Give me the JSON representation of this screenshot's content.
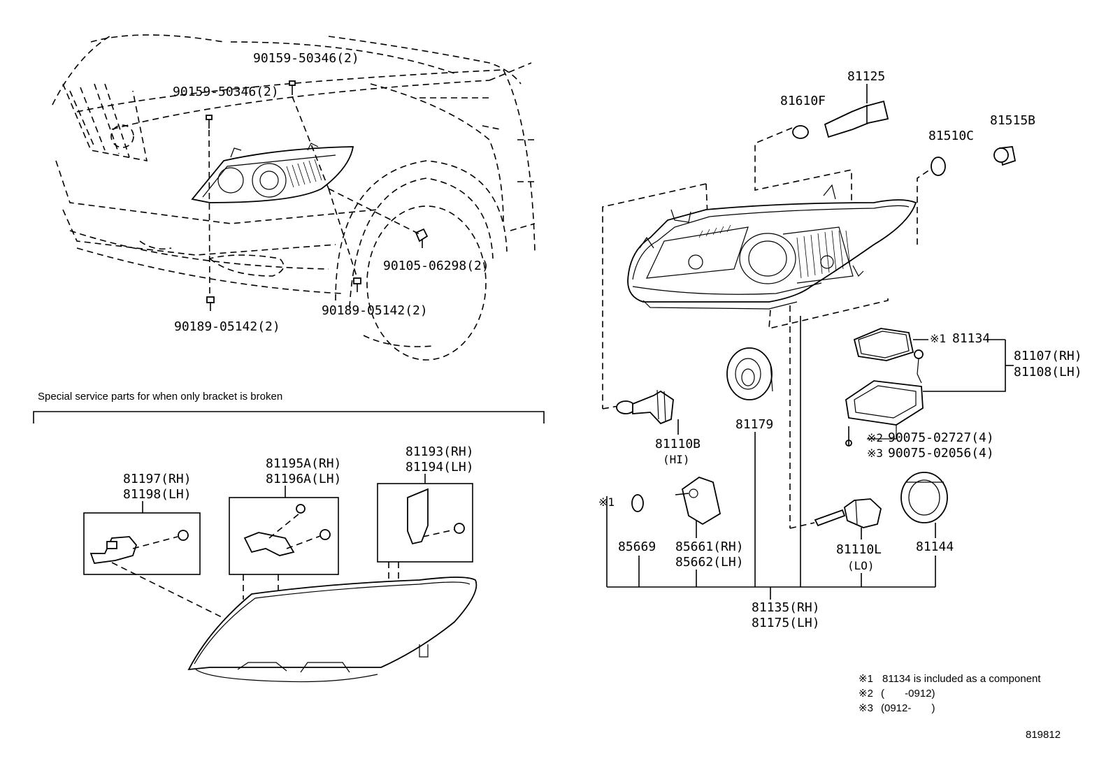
{
  "labels": {
    "bolt_top_1": "90159-50346(2)",
    "bolt_top_2": "90159-50346(2)",
    "bolt_fender": "90105-06298(2)",
    "clip_bottom_1": "90189-05142(2)",
    "clip_bottom_2": "90189-05142(2)",
    "p81610f": "81610F",
    "p81125": "81125",
    "p81510c": "81510C",
    "p81515b": "81515B",
    "p81134_mark": "※1",
    "p81134": "81134",
    "p81107": "81107(RH)",
    "p81108": "81108(LH)",
    "p81179": "81179",
    "p81110b": "81110B",
    "p81110b_sub": "(HI)",
    "screw_mark_2": "※2",
    "screw_2": "90075-02727(4)",
    "screw_mark_3": "※3",
    "screw_3": "90075-02056(4)",
    "p85669_mark": "※1",
    "p85669": "85669",
    "p85661": "85661(RH)",
    "p85662": "85662(LH)",
    "p81110l": "81110L",
    "p81110l_sub": "(LO)",
    "p81144": "81144",
    "p81135": "81135(RH)",
    "p81175": "81175(LH)",
    "p81197": "81197(RH)",
    "p81198": "81198(LH)",
    "p81195a": "81195A(RH)",
    "p81196a": "81196A(LH)",
    "p81193": "81193(RH)",
    "p81194": "81194(LH)"
  },
  "special_service_note": "Special service parts for when only bracket is broken",
  "footnotes": {
    "n1_mark": "※1",
    "n1_text": "81134 is included as a component",
    "n2_mark": "※2",
    "n2_text": "(       -0912)",
    "n3_mark": "※3",
    "n3_text": "(0912-       )"
  },
  "diagram_id": "819812"
}
